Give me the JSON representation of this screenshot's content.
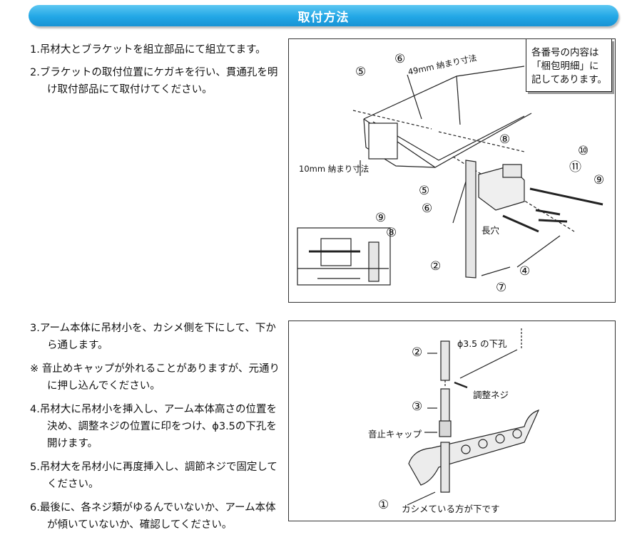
{
  "header": {
    "title": "取付方法"
  },
  "steps_top": [
    "1.吊材大とブラケットを組立部品にて組立てます。",
    "2.ブラケットの取付位置にケガキを行い、貫通孔を明け取付部品にて取付けてください。"
  ],
  "steps_bottom": [
    "3.アーム本体に吊材小を、カシメ側を下にして、下から通します。",
    "※ 音止めキャップが外れることがありますが、元通りに押し込んでください。",
    "4.吊材大に吊材小を挿入し、アーム本体高さの位置を決め、調整ネジの位置に印をつけ、ϕ3.5の下孔を開けます。",
    "5.吊材大を吊材小に再度挿入し、調節ネジで固定してください。",
    "6.最後に、各ネジ類がゆるんでいないか、アーム本体が傾いていないか、確認してください。"
  ],
  "figure1": {
    "callout": [
      "各番号の内容は",
      "「梱包明細」に",
      "記してあります。"
    ],
    "dim_top": "49mm 納まり寸法",
    "dim_side": "10mm 納まり寸法",
    "long_hole": "長穴",
    "nums": {
      "n2": "②",
      "n4": "④",
      "n5a": "⑤",
      "n5b": "⑤",
      "n6a": "⑥",
      "n6b": "⑥",
      "n7": "⑦",
      "n8a": "⑧",
      "n8b": "⑧",
      "n9a": "⑨",
      "n9b": "⑨",
      "n10": "⑩",
      "n11": "⑪"
    }
  },
  "figure2": {
    "hole": "ϕ3.5 の下孔",
    "screw": "調整ネジ",
    "cap": "音止キャップ",
    "caption": "カシメている方が下です",
    "nums": {
      "n1": "①",
      "n2": "②",
      "n3": "③"
    }
  },
  "colors": {
    "header": "#22a7e6",
    "header_text": "#ffffff",
    "border": "#333333"
  }
}
